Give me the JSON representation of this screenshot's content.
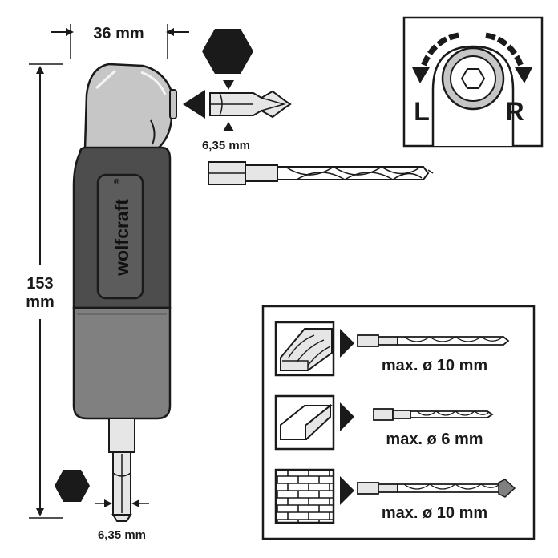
{
  "dimensions": {
    "width_label": "36 mm",
    "height_label_value": "153",
    "height_label_unit": "mm",
    "hex_top_label": "6,35 mm",
    "hex_bottom_label": "6,35 mm"
  },
  "brand": {
    "logo_text": "wolfcraft",
    "registered_mark": "®"
  },
  "rotation": {
    "left_label": "L",
    "right_label": "R"
  },
  "materials": [
    {
      "name": "wood-icon",
      "max_label": "max. ø 10 mm"
    },
    {
      "name": "metal-icon",
      "max_label": "max. ø 6 mm"
    },
    {
      "name": "brick-icon",
      "max_label": "max. ø 10 mm"
    }
  ],
  "colors": {
    "ink": "#1a1a1a",
    "body_dark": "#4d4d4d",
    "body_mid": "#808080",
    "head_light": "#c6c6c6",
    "bit_light": "#e6e6e6"
  }
}
